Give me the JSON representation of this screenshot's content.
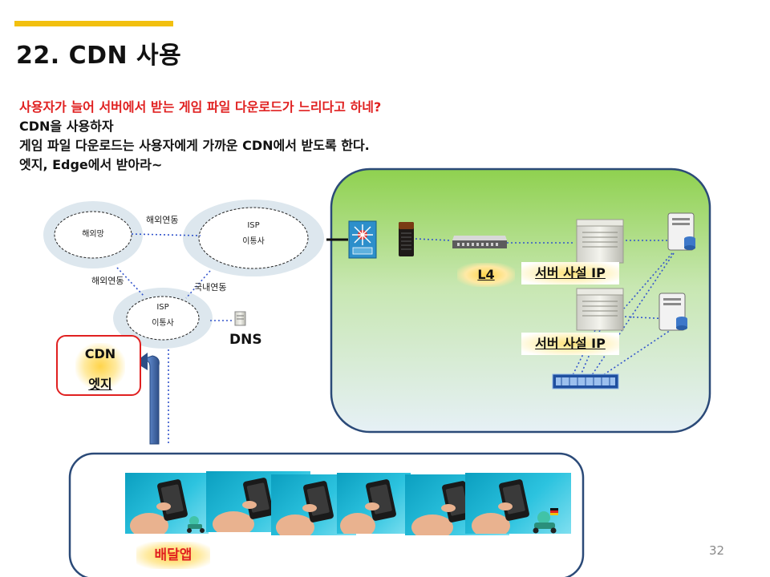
{
  "slide": {
    "title": "22. CDN 사용",
    "page_number": "32",
    "lines": [
      "사용자가 늘어 서버에서 받는 게임 파일 다운로드가 느리다고 하네?",
      "CDN을 사용하자",
      "게임 파일 다운로드는 사용자에게 가까운 CDN에서 받도록 한다.",
      "엣지, Edge에서 받아라~"
    ]
  },
  "diagram": {
    "overseas_net": "해외망",
    "isp_top_1": "ISP",
    "isp_top_2": "이통사",
    "isp_bottom_1": "ISP",
    "isp_bottom_2": "이통사",
    "link_overseas_top": "해외연동",
    "link_overseas_left": "해외연동",
    "link_domestic": "국내연동",
    "dns": "DNS",
    "cdn_1": "CDN",
    "cdn_2": "엣지",
    "l4": "L4",
    "server_private_ip_1": "서버 사설 IP",
    "server_private_ip_2": "서버 사설 IP",
    "delivery_app": "배달앱"
  },
  "colors": {
    "accent": "#f2c00f",
    "red": "#e02020",
    "dc_border": "#2b4a78",
    "link_blue": "#3355cc"
  },
  "icons": [
    "core-switch-icon",
    "firewall-icon",
    "l4-switch-icon",
    "server-tower-icon",
    "database-server-icon",
    "rack-switch-icon",
    "dns-server-icon",
    "upload-arrow-icon",
    "smartphone-icon",
    "delivery-rider-icon"
  ]
}
